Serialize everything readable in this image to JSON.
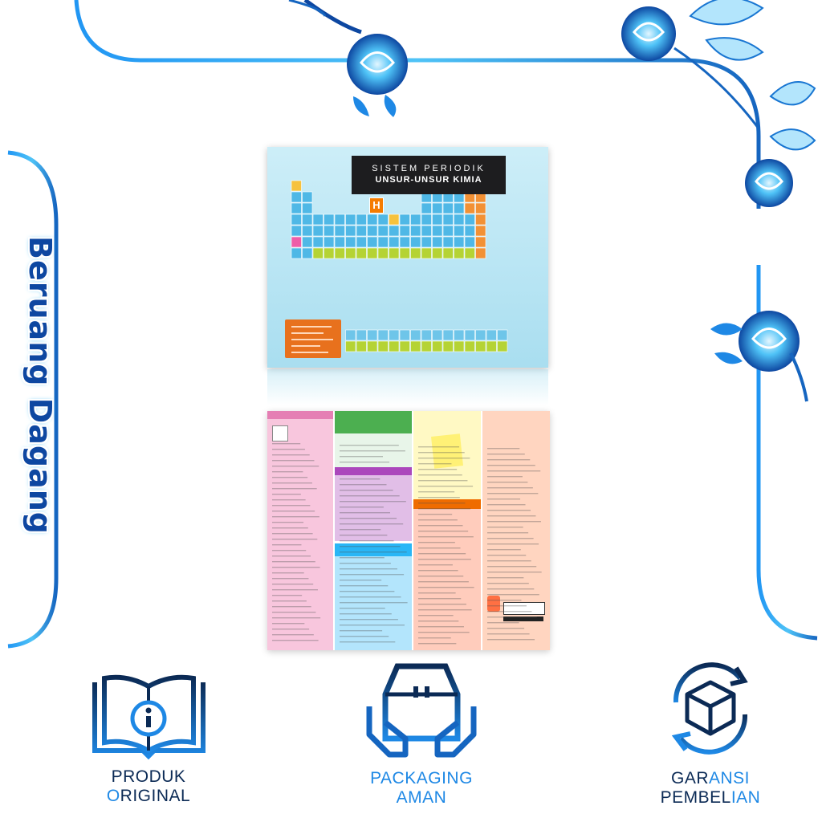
{
  "store": {
    "name": "Beruang Dagang"
  },
  "poster": {
    "title_line1": "SISTEM PERIODIK",
    "title_line2": "UNSUR-UNSUR KIMIA",
    "key_symbol": "H"
  },
  "badges": [
    {
      "line1_dark": "PRODUK",
      "line1_light": "",
      "line2_dark": "",
      "line2_light": "O",
      "line2_rest": "RIGINAL",
      "icon": "book-info-icon"
    },
    {
      "line1_dark": "",
      "line1_light": "PACKAGING",
      "line2_dark": "",
      "line2_light": "AMAN",
      "icon": "package-hands-icon"
    },
    {
      "line1_dark": "GAR",
      "line1_light": "ANSI",
      "line2_dark": "PEMBEL",
      "line2_light": "IAN",
      "icon": "box-return-icon"
    }
  ],
  "colors": {
    "brand": "#0d47a1",
    "accent": "#1e88e5",
    "frame": "#29b6f6"
  }
}
